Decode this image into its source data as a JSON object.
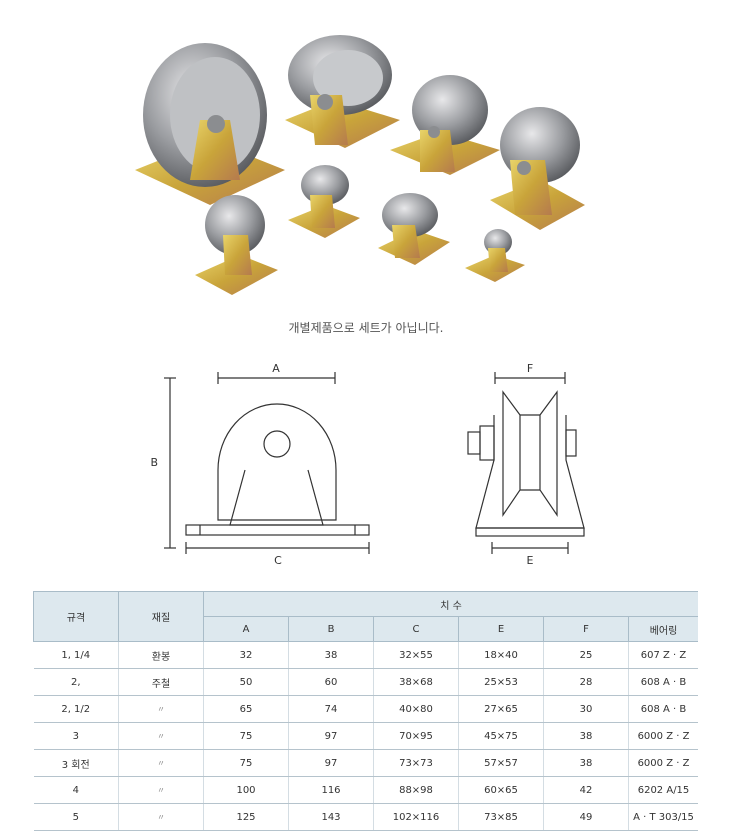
{
  "caption": "개별제품으로 세트가 아닙니다.",
  "diagram": {
    "front_labels": {
      "a": "A",
      "b": "B",
      "c": "C"
    },
    "side_labels": {
      "f": "F",
      "e": "E"
    }
  },
  "table": {
    "headers": {
      "spec": "규격",
      "material": "재질",
      "dimensions": "치 수",
      "a": "A",
      "b": "B",
      "c": "C",
      "e": "E",
      "f": "F",
      "bearing": "베어링"
    },
    "rows": [
      {
        "spec": "1, 1/4",
        "material": "환봉",
        "a": "32",
        "b": "38",
        "c": "32×55",
        "e": "18×40",
        "f": "25",
        "bearing": "607 Z · Z"
      },
      {
        "spec": "2,",
        "material": "주철",
        "a": "50",
        "b": "60",
        "c": "38×68",
        "e": "25×53",
        "f": "28",
        "bearing": "608 A · B"
      },
      {
        "spec": "2, 1/2",
        "material": "〃",
        "a": "65",
        "b": "74",
        "c": "40×80",
        "e": "27×65",
        "f": "30",
        "bearing": "608 A · B"
      },
      {
        "spec": "3",
        "material": "〃",
        "a": "75",
        "b": "97",
        "c": "70×95",
        "e": "45×75",
        "f": "38",
        "bearing": "6000 Z · Z"
      },
      {
        "spec": "3 회전",
        "material": "〃",
        "a": "75",
        "b": "97",
        "c": "73×73",
        "e": "57×57",
        "f": "38",
        "bearing": "6000 Z · Z"
      },
      {
        "spec": "4",
        "material": "〃",
        "a": "100",
        "b": "116",
        "c": "88×98",
        "e": "60×65",
        "f": "42",
        "bearing": "6202 A/15"
      },
      {
        "spec": "5",
        "material": "〃",
        "a": "125",
        "b": "143",
        "c": "102×116",
        "e": "73×85",
        "f": "49",
        "bearing": "A · T 303/15"
      }
    ]
  }
}
